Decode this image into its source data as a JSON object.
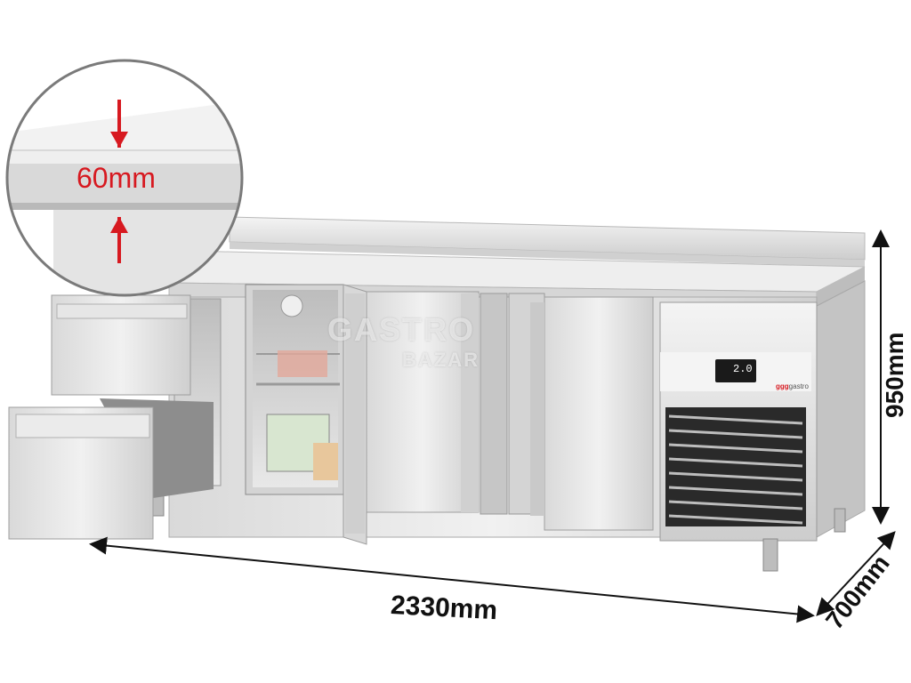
{
  "dimensions": {
    "width": "2330mm",
    "height": "950mm",
    "depth": "700mm",
    "top_thickness": "60mm"
  },
  "controller": {
    "display": "2.0",
    "brand_prefix": "ggg",
    "brand_suffix": "gastro"
  },
  "watermark": {
    "line1": "GASTRO",
    "line2": "BAZAR"
  },
  "colors": {
    "steel_light": "#e6e6e6",
    "steel_mid": "#c9c9c9",
    "steel_dark": "#9a9a9a",
    "accent_red": "#d71920",
    "panel_black": "#1a1a1a"
  }
}
